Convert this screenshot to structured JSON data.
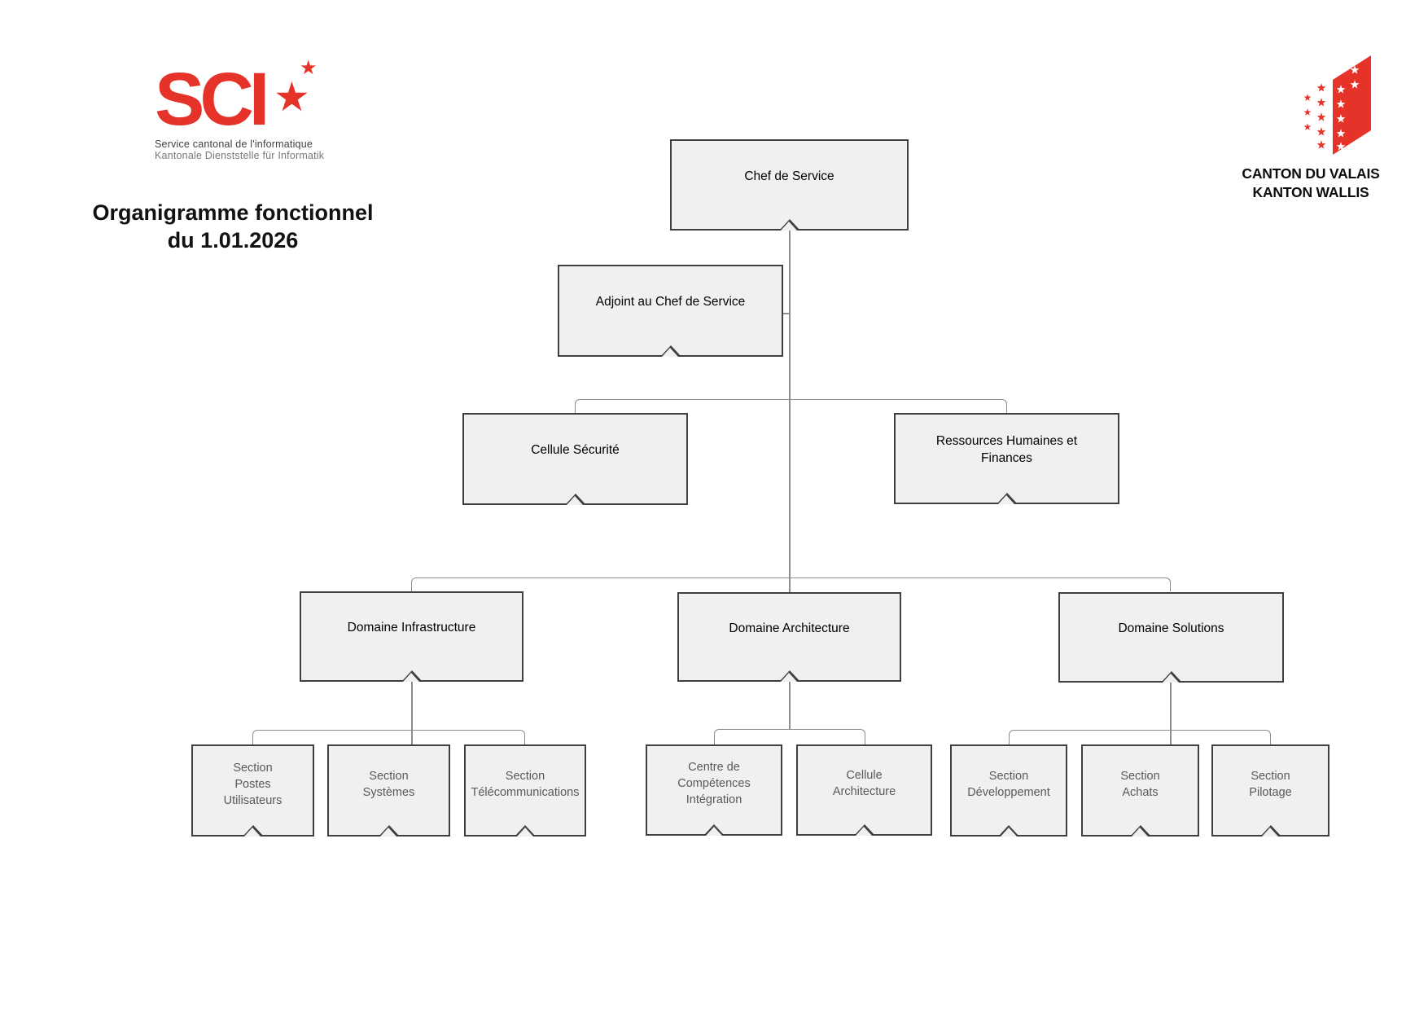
{
  "branding": {
    "sci": {
      "logo_text": "SCI",
      "subtitle_fr": "Service cantonal de l'informatique",
      "subtitle_de": "Kantonale Dienststelle für Informatik",
      "logo_color": "#e6332a"
    },
    "canton": {
      "line1": "CANTON DU VALAIS",
      "line2": "KANTON WALLIS",
      "flag_color": "#e6332a"
    }
  },
  "title": {
    "line1": "Organigramme fonctionnel",
    "line2": "du 1.01.2026"
  },
  "colors": {
    "box_fill": "#f0f0f0",
    "box_border": "#3f3f3f",
    "connector": "#8c8c8c",
    "text_primary": "#000000",
    "text_muted": "#595959"
  },
  "nodes": {
    "chef": {
      "label": "Chef de Service"
    },
    "adjoint": {
      "label": "Adjoint au Chef de Service"
    },
    "securite": {
      "label": "Cellule Sécurité"
    },
    "rh": {
      "label": "Ressources Humaines et\nFinances"
    },
    "infrastructure": {
      "label": "Domaine Infrastructure"
    },
    "architecture": {
      "label": "Domaine Architecture"
    },
    "solutions": {
      "label": "Domaine Solutions"
    },
    "postes": {
      "label": "Section\nPostes\nUtilisateurs"
    },
    "systemes": {
      "label": "Section\nSystèmes"
    },
    "telecom": {
      "label": "Section\nTélécommunications"
    },
    "centre_competences": {
      "label": "Centre de\nCompétences\nIntégration"
    },
    "cellule_architecture": {
      "label": "Cellule\nArchitecture"
    },
    "developpement": {
      "label": "Section\nDéveloppement"
    },
    "achats": {
      "label": "Section\nAchats"
    },
    "pilotage": {
      "label": "Section\nPilotage"
    }
  }
}
